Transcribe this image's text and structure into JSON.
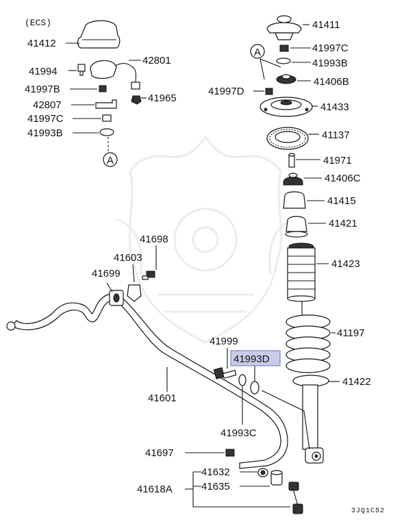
{
  "header": {
    "ecs_note": "(ECS)"
  },
  "callout_letter": "A",
  "highlight_color": "#c9cbe8",
  "drawing_code": "3JQ1C52",
  "parts": {
    "p41412": "41412",
    "p41994": "41994",
    "p42801": "42801",
    "p41997B": "41997B",
    "p42807": "42807",
    "p41965": "41965",
    "p41997C_left": "41997C",
    "p41993B_left": "41993B",
    "p41411": "41411",
    "p41997C_right": "41997C",
    "p41993B_right": "41993B",
    "p41997D": "41997D",
    "p41406B": "41406B",
    "p41433": "41433",
    "p41137": "41137",
    "p41971": "41971",
    "p41406C": "41406C",
    "p41415": "41415",
    "p41421": "41421",
    "p41423": "41423",
    "p41197": "41197",
    "p41422": "41422",
    "p41698": "41698",
    "p41603": "41603",
    "p41699": "41699",
    "p41601": "41601",
    "p41999": "41999",
    "p41993D": "41993D",
    "p41993C": "41993C",
    "p41697": "41697",
    "p41632": "41632",
    "p41635": "41635",
    "p41618A": "41618A"
  }
}
